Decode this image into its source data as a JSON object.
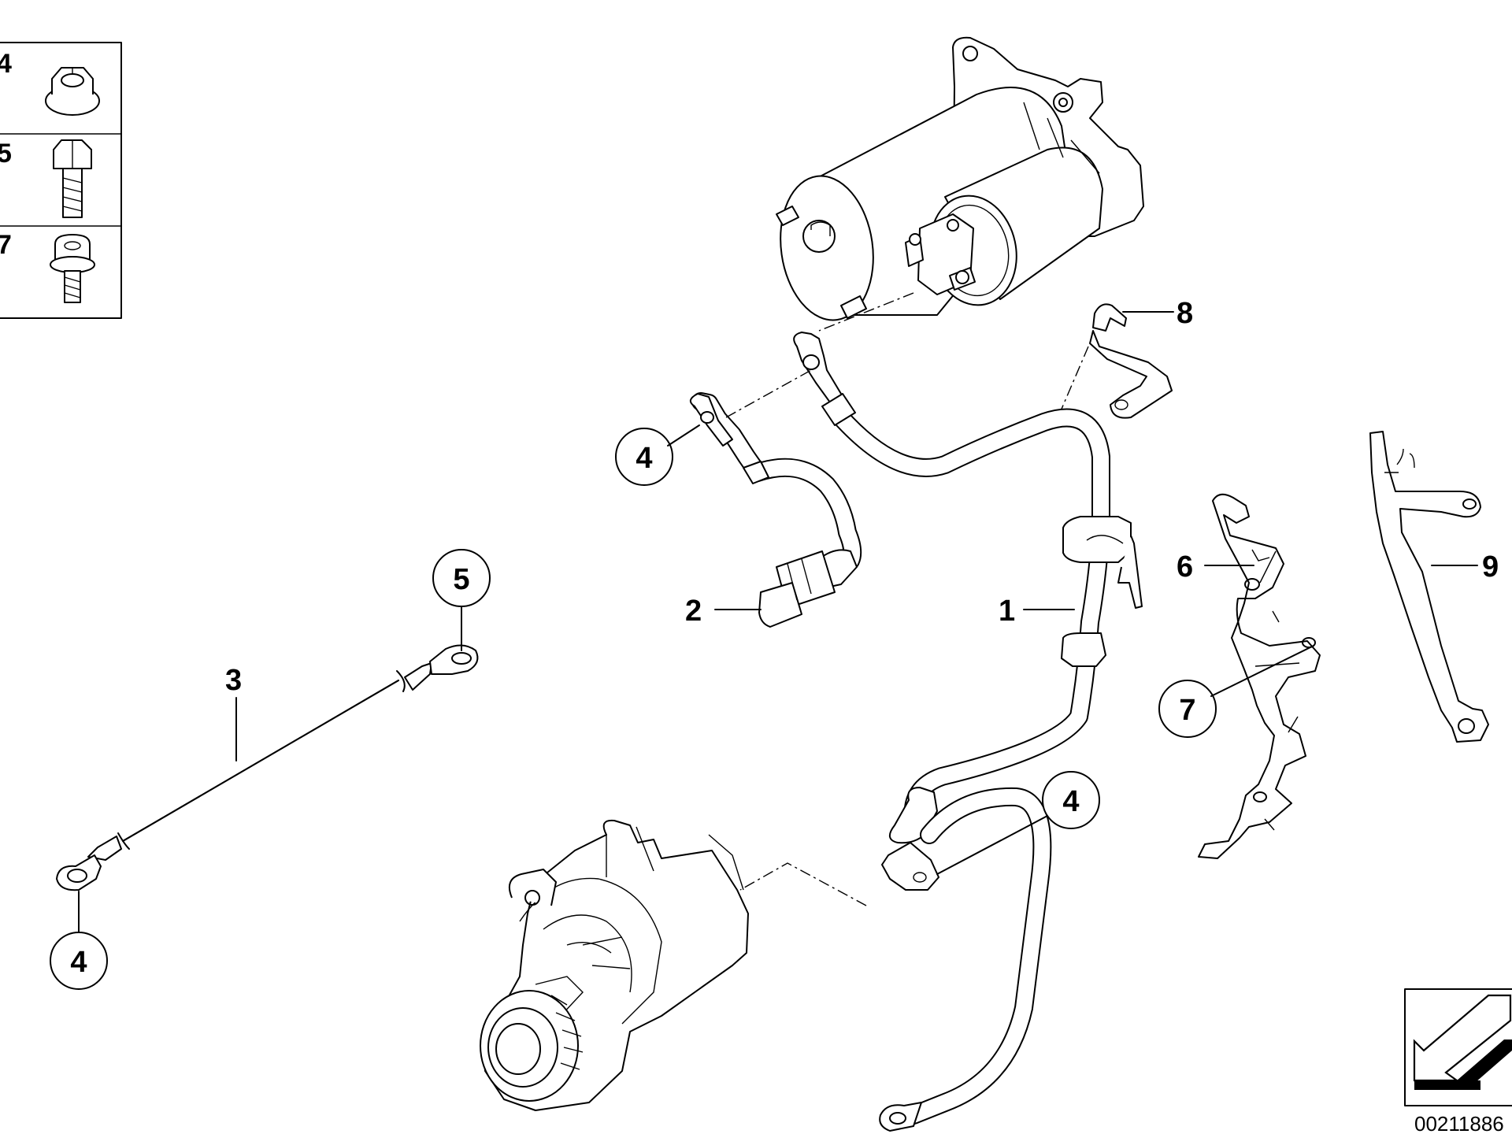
{
  "legend": {
    "rows": [
      {
        "num": "4",
        "icon": "flange-nut-icon"
      },
      {
        "num": "5",
        "icon": "hex-bolt-icon"
      },
      {
        "num": "7",
        "icon": "flange-screw-icon"
      }
    ]
  },
  "callouts": {
    "c1": "1",
    "c2": "2",
    "c3": "3",
    "c4a": "4",
    "c4b": "4",
    "c4c": "4",
    "c5": "5",
    "c6": "6",
    "c7": "7",
    "c8": "8",
    "c9": "9"
  },
  "doc_number": "00211886",
  "colors": {
    "line": "#000000",
    "background": "#ffffff"
  }
}
